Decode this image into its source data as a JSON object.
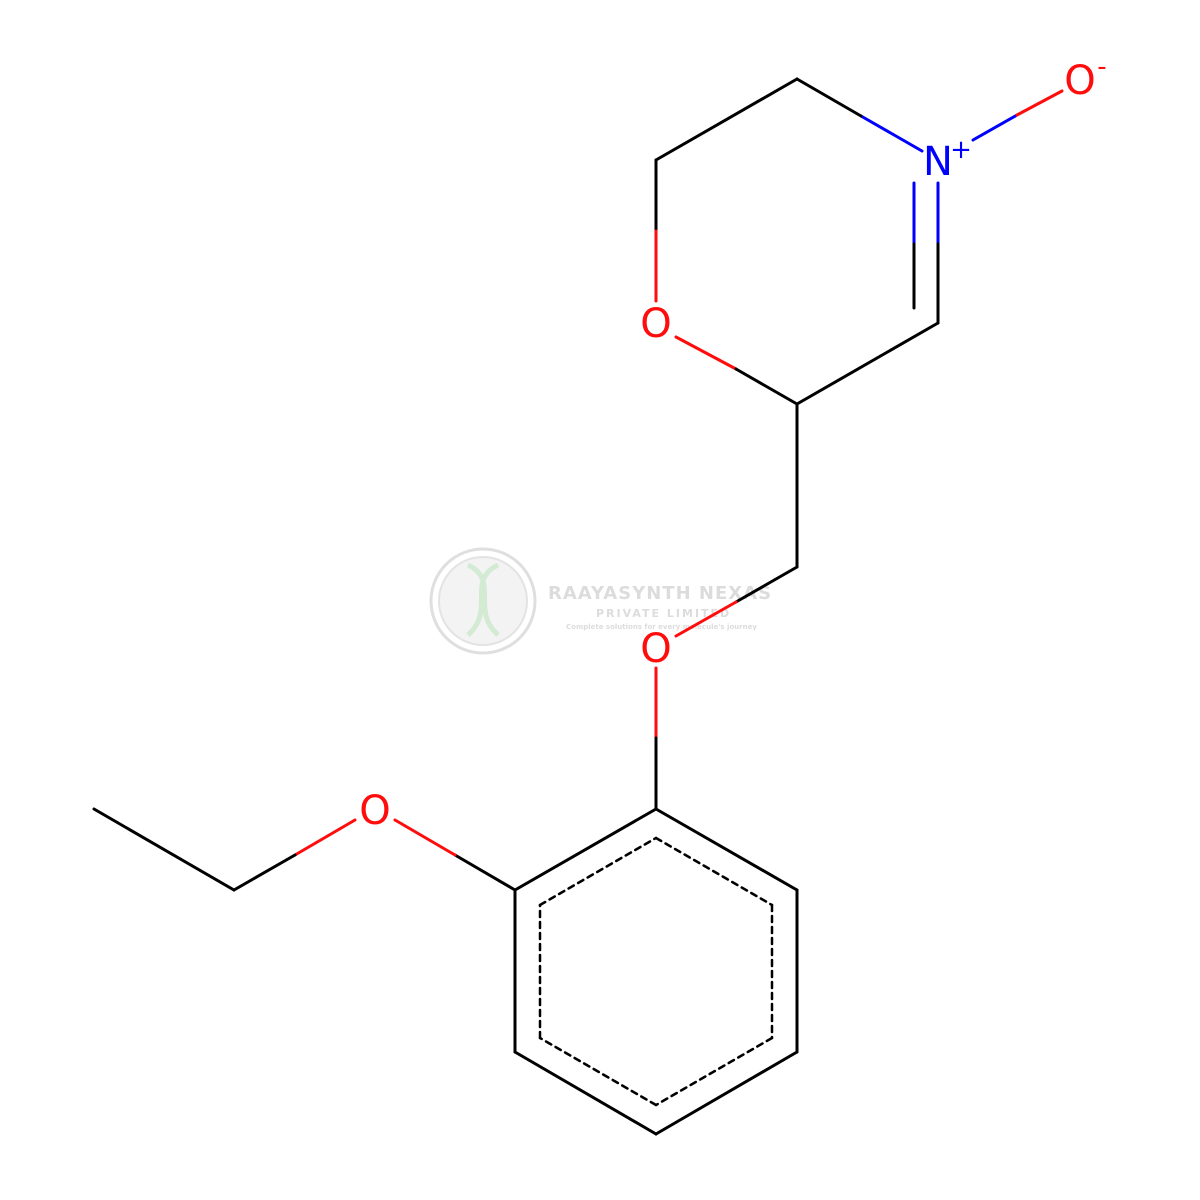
{
  "colors": {
    "bond": "#000000",
    "oxygen": "#ff0d0d",
    "nitrogen": "#0000ff",
    "watermark": "#d9d9d9",
    "watermark_green": "#cfe8cf"
  },
  "atoms": {
    "o_oxide": "O",
    "o_oxide_charge": "-",
    "n_plus": "N",
    "n_plus_charge": "+",
    "o_ring": "O",
    "o_ether": "O",
    "o_ethoxy": "O"
  },
  "watermark": {
    "company": "RAAYASYNTH NEXAS",
    "subtitle": "PRIVATE LIMITED",
    "tagline": "Complete solutions for every molecule's journey"
  }
}
